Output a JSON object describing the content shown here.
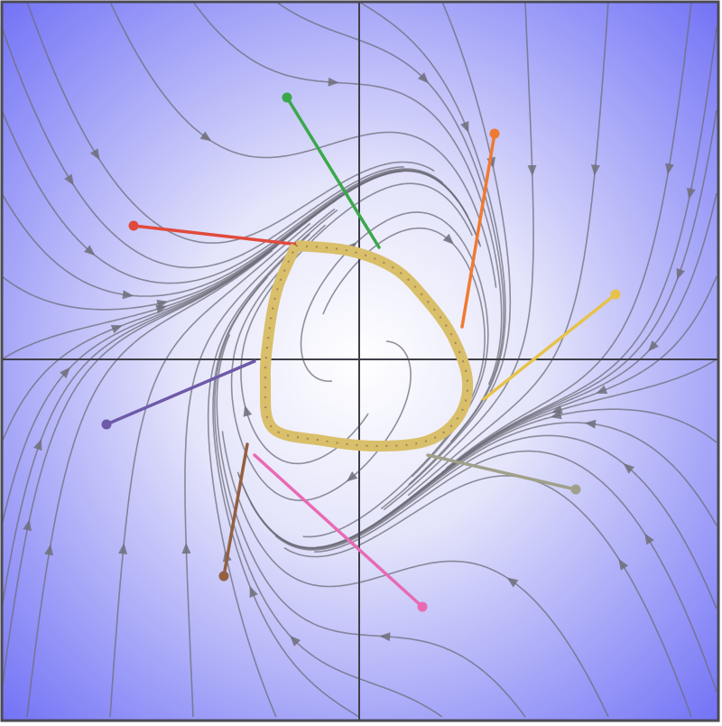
{
  "figure": {
    "kind": "phase-portrait",
    "background": {
      "center_color": "#ffffff",
      "edge_color": "#6f6ff6"
    },
    "frame_color": "#4a4a55",
    "axis_color": "#3f3f4a",
    "streamline_color": "#6e6e7a",
    "limit_cycle": {
      "color": "#d9bf6a",
      "dash_color": "#8a6a5a"
    },
    "trajectories": [
      {
        "name": "red",
        "color": "#e04a3c",
        "start": [
          -1.25,
          0.74
        ],
        "end": [
          -0.2,
          0.62
        ]
      },
      {
        "name": "green",
        "color": "#3aa84a",
        "start": [
          -0.4,
          1.45
        ],
        "end": [
          0.11,
          0.62
        ]
      },
      {
        "name": "orange",
        "color": "#f07a30",
        "start": [
          0.75,
          1.25
        ],
        "end": [
          0.57,
          0.18
        ]
      },
      {
        "name": "yellow",
        "color": "#e6c24a",
        "start": [
          1.42,
          0.36
        ],
        "end": [
          0.69,
          -0.22
        ]
      },
      {
        "name": "purple",
        "color": "#6e5aa8",
        "start": [
          -1.4,
          -0.36
        ],
        "end": [
          -0.58,
          -0.01
        ]
      },
      {
        "name": "brown",
        "color": "#946040",
        "start": [
          -0.75,
          -1.2
        ],
        "end": [
          -0.62,
          -0.47
        ]
      },
      {
        "name": "pink",
        "color": "#e86ab4",
        "start": [
          0.35,
          -1.37
        ],
        "end": [
          -0.58,
          -0.53
        ]
      },
      {
        "name": "gray",
        "color": "#a0a08a",
        "start": [
          1.2,
          -0.72
        ],
        "end": [
          0.38,
          -0.53
        ]
      }
    ]
  }
}
